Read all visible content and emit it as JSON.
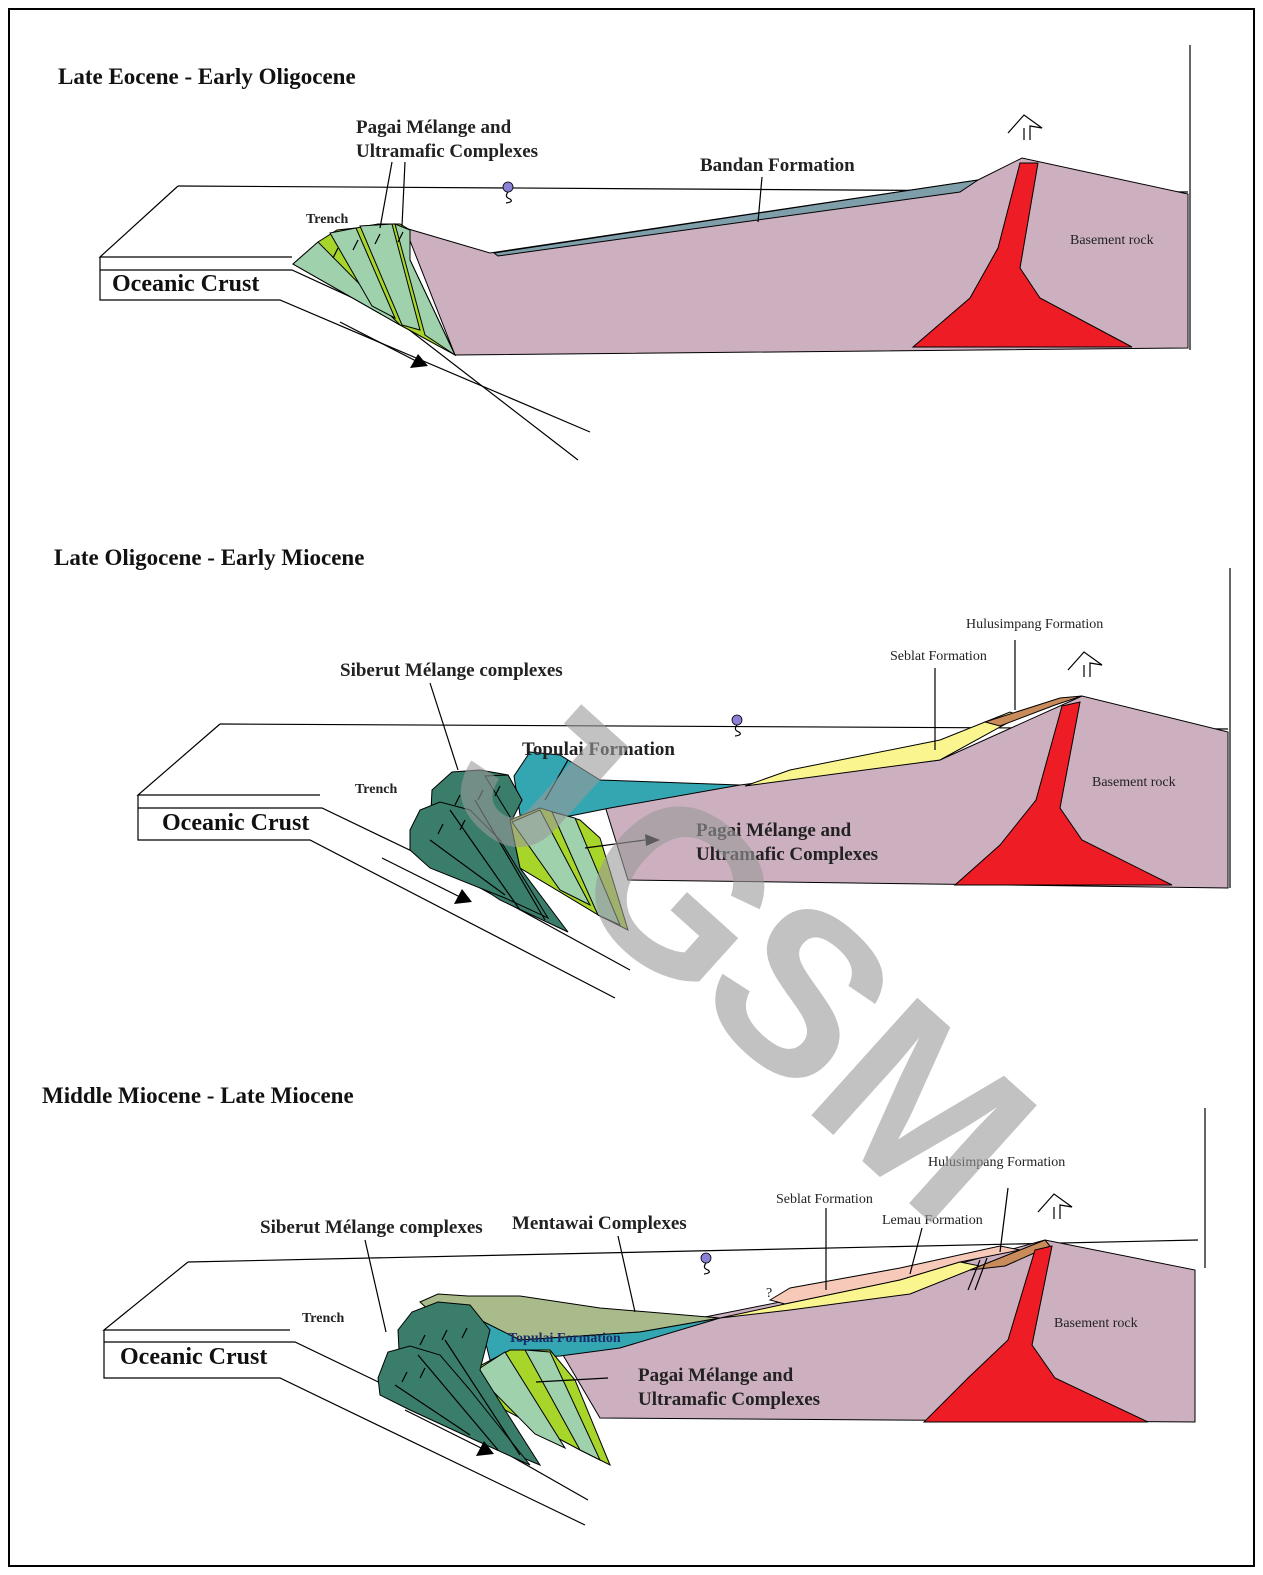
{
  "panels": [
    {
      "title": "Late Eocene - Early Oligocene",
      "labels": {
        "pagai_line1": "Pagai  Mélange and",
        "pagai_line2": "Ultramafic Complexes",
        "bandan": "Bandan Formation",
        "trench": "Trench",
        "oceanic_crust": "Oceanic Crust",
        "basement": "Basement rock"
      }
    },
    {
      "title": "Late Oligocene - Early Miocene",
      "labels": {
        "siberut": "Siberut Mélange complexes",
        "topulai": "Topulai Formation",
        "trench": "Trench",
        "oceanic_crust": "Oceanic Crust",
        "pagai_line1": "Pagai  Mélange and",
        "pagai_line2": "Ultramafic Complexes",
        "seblat": "Seblat Formation",
        "hulusimpang": "Hulusimpang Formation",
        "basement": "Basement rock"
      }
    },
    {
      "title": "Middle Miocene - Late Miocene",
      "labels": {
        "siberut": "Siberut Mélange complexes",
        "mentawai": "Mentawai Complexes",
        "trench": "Trench",
        "topulai": "Topulai Formation",
        "oceanic_crust": "Oceanic Crust",
        "pagai_line1": "Pagai  Mélange and",
        "pagai_line2": "Ultramafic Complexes",
        "seblat": "Seblat Formation",
        "lemau": "Lemau Formation",
        "hulusimpang": "Hulusimpang Formation",
        "basement": "Basement rock",
        "question": "?"
      }
    }
  ],
  "watermark": {
    "letters": [
      "J",
      "G",
      "S",
      "M"
    ]
  },
  "colors": {
    "basement": "#cdb0c0",
    "volcanic": "#ee1c25",
    "bandan": "#7e9eaa",
    "lime": "#a8d52a",
    "mint": "#9fd1ad",
    "siberut": "#3a7d6a",
    "topulai": "#34a6b2",
    "mentawai": "#a9bb8a",
    "seblat": "#fbf58f",
    "lemau": "#f7c9b8",
    "hulusimpang": "#c98b5a",
    "sea_marker": "#8a80d8"
  }
}
